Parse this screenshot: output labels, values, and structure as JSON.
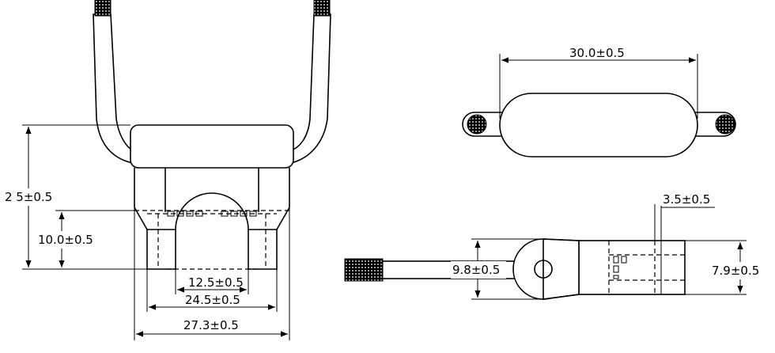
{
  "dimensions": {
    "height_total": "2 5±0.5",
    "height_inner": "10.0±0.5",
    "width_opening": "12.5±0.5",
    "width_inner": "24.5±0.5",
    "width_total": "27.3±0.5",
    "length_top": "30.0±0.5",
    "thickness_right": "3.5±0.5",
    "diameter_lug": "9.8±0.5",
    "height_right": "7.9±0.5"
  },
  "icons": {
    "arrow": "arrowhead",
    "wire_end": "stranded-wire-end"
  }
}
